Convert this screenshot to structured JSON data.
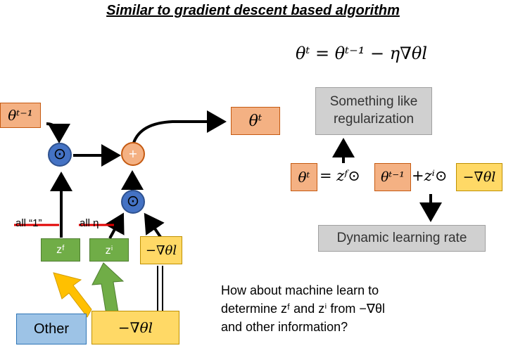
{
  "title": "Similar to gradient descent based algorithm",
  "update_equation": "θᵗ = θᵗ⁻¹ − η∇θl",
  "diagram": {
    "theta_prev": "θᵗ⁻¹",
    "theta_t": "θᵗ",
    "odot": "⊙",
    "plus": "+",
    "zf": "zᶠ",
    "zi": "zⁱ",
    "neg_grad": "−∇θl",
    "crossed_all_one": "all “1”",
    "crossed_all_eta": "all η",
    "other": "Other",
    "neg_grad_bottom": "−∇θl"
  },
  "right": {
    "regularization": "Something like regularization",
    "lstm_eq": {
      "theta_t": "θᵗ",
      "eq_zf": "= zᶠ⊙",
      "theta_prev": "θᵗ⁻¹",
      "plus_zi": "+zⁱ⊙",
      "neg_grad": "−∇θl"
    },
    "dynamic_lr": "Dynamic learning rate"
  },
  "question": [
    "How about machine learn to",
    "determine zᶠ and zⁱ from −∇θl",
    "and other information?"
  ],
  "colors": {
    "salmon": "#f4b183",
    "green": "#70ad47",
    "yellow": "#ffd966",
    "blue": "#9dc3e6",
    "gray": "#d0d0d0",
    "node_blue": "#4472c4",
    "strike_red": "#e00000"
  }
}
